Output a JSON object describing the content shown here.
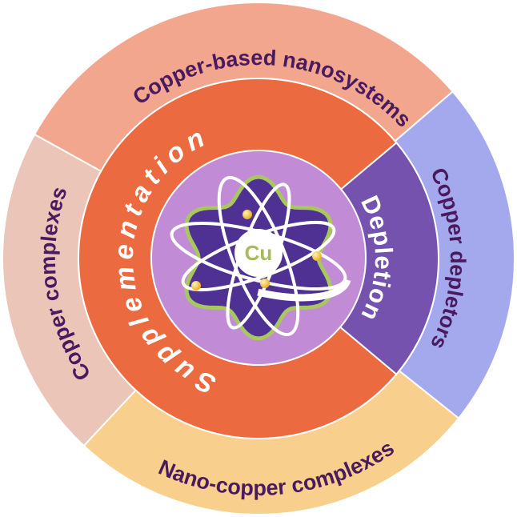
{
  "diagram": {
    "center_label": "Cu",
    "inner_ring": {
      "supplementation": "Supplementation",
      "depletion": "Depletion"
    },
    "outer_ring": {
      "top": "Copper-based nanosystems",
      "right": "Copper depletors",
      "bottom": "Nano-copper complexes",
      "left": "Copper complexes"
    }
  },
  "colors": {
    "outer_top": "#F2A68E",
    "outer_right": "#A3A9EC",
    "outer_bottom": "#F9CF8E",
    "outer_left": "#EBC5B8",
    "supplementation": "#EC6A3F",
    "depletion": "#7452AE",
    "core_disc": "#C18BD5",
    "flower": "#4E3192",
    "flower_outline": "#A8C75E",
    "outer_text": "#4A1A5E",
    "cu_text": "#A5BB5C",
    "electron": "#F2C230"
  }
}
